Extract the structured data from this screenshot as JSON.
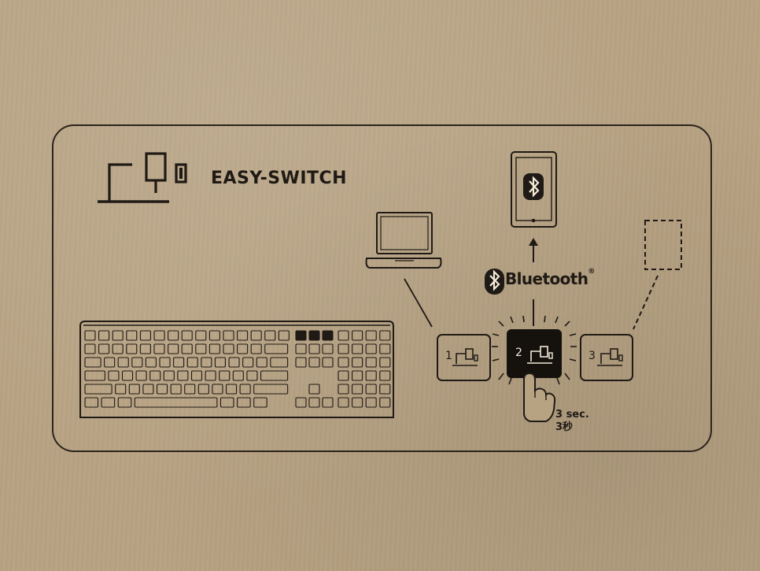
{
  "instruction_card": {
    "title": "EASY-SWITCH",
    "connection_label": "Bluetooth",
    "trademark": "®",
    "channels": [
      {
        "number": "1",
        "device": "laptop",
        "selected": false
      },
      {
        "number": "2",
        "device": "phone",
        "selected": true
      },
      {
        "number": "3",
        "device": "unassigned",
        "selected": false
      }
    ],
    "hold_time": "3 sec.",
    "hold_time_jp": "3秒"
  },
  "colors": {
    "ink": "#1f1a15",
    "cardboard": "#b7a282"
  },
  "icons": [
    "computer-phone-icon",
    "laptop-icon",
    "phone-icon",
    "bluetooth-icon",
    "keyboard-icon",
    "finger-press-icon",
    "dashed-device-icon"
  ]
}
